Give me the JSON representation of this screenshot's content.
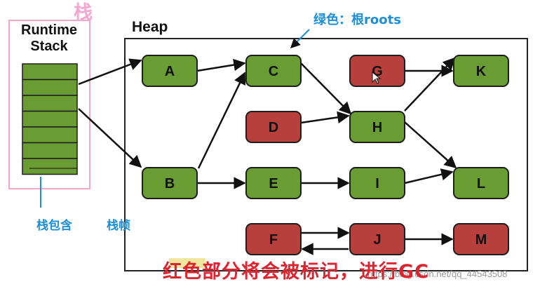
{
  "labels": {
    "stack_zh": "栈",
    "heap": "Heap",
    "runtime_stack_line1": "Runtime",
    "runtime_stack_line2": "Stack",
    "green_roots": "绿色：根roots",
    "stack_contains": "栈包含",
    "stack_frame": "栈帧",
    "bottom_note": "红色部分将会被标记，进行GC",
    "watermark": "https://blog.csdn.net/qq_44543508"
  },
  "colors": {
    "green_node": "#6a9c34",
    "red_node": "#b8403c",
    "stack_border": "#f0a8c8",
    "blue_annotation": "#1c8fd6",
    "bottom_red": "#e0242f"
  },
  "nodes": [
    {
      "id": "A",
      "label": "A",
      "status": "green"
    },
    {
      "id": "B",
      "label": "B",
      "status": "green"
    },
    {
      "id": "C",
      "label": "C",
      "status": "green"
    },
    {
      "id": "D",
      "label": "D",
      "status": "red"
    },
    {
      "id": "E",
      "label": "E",
      "status": "green"
    },
    {
      "id": "F",
      "label": "F",
      "status": "red"
    },
    {
      "id": "G",
      "label": "G",
      "status": "red"
    },
    {
      "id": "H",
      "label": "H",
      "status": "green"
    },
    {
      "id": "I",
      "label": "I",
      "status": "green"
    },
    {
      "id": "J",
      "label": "J",
      "status": "red"
    },
    {
      "id": "K",
      "label": "K",
      "status": "green"
    },
    {
      "id": "L",
      "label": "L",
      "status": "green"
    },
    {
      "id": "M",
      "label": "M",
      "status": "red"
    }
  ],
  "edges": [
    {
      "from": "STACK",
      "to": "A"
    },
    {
      "from": "STACK",
      "to": "B"
    },
    {
      "from": "A",
      "to": "C"
    },
    {
      "from": "B",
      "to": "C"
    },
    {
      "from": "B",
      "to": "E"
    },
    {
      "from": "C",
      "to": "H"
    },
    {
      "from": "D",
      "to": "H"
    },
    {
      "from": "E",
      "to": "I"
    },
    {
      "from": "G",
      "to": "K"
    },
    {
      "from": "H",
      "to": "K"
    },
    {
      "from": "H",
      "to": "L"
    },
    {
      "from": "I",
      "to": "L"
    },
    {
      "from": "F",
      "to": "J"
    },
    {
      "from": "J",
      "to": "F"
    },
    {
      "from": "J",
      "to": "M"
    }
  ]
}
